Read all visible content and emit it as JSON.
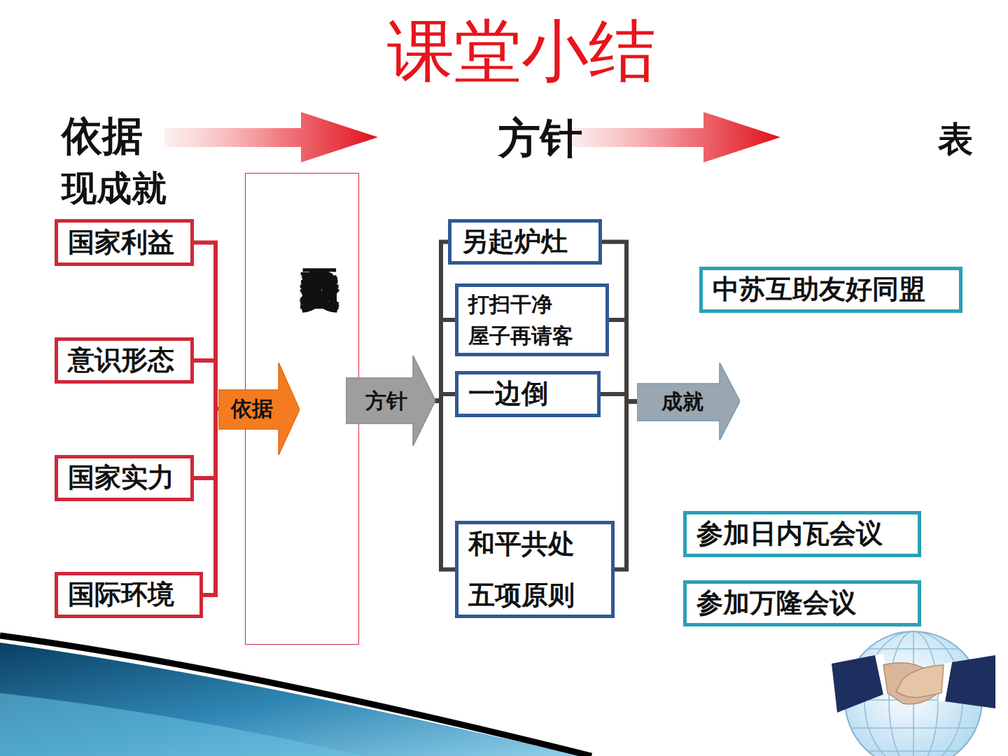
{
  "diagram": {
    "title": "课堂小结",
    "nodes": [
      {
        "text": [
          "国家利益"
        ]
      },
      {
        "text": [
          "意识形态"
        ]
      },
      {
        "text": [
          "国家实力"
        ]
      },
      {
        "text": [
          "国际环境"
        ]
      },
      {
        "text": [
          "依据"
        ]
      },
      {
        "text": [
          "独立自主的和平外交政"
        ]
      },
      {
        "text": [
          "方针"
        ]
      },
      {
        "text": [
          "另起炉灶"
        ]
      },
      {
        "text": [
          "打扫干净 屋子再请客"
        ]
      },
      {
        "text": [
          "一边倒"
        ]
      },
      {
        "text": [
          "和平共处 五项原则"
        ]
      },
      {
        "text": [
          "成就"
        ]
      },
      {
        "text": [
          "中苏互助友好同盟"
        ]
      },
      {
        "text": [
          "参加日内瓦会议"
        ]
      },
      {
        "text": [
          "参加万隆会议"
        ]
      }
    ],
    "edges": [
      {
        "from": 0,
        "to": 4,
        "arrow": "none"
      },
      {
        "from": 1,
        "to": 4,
        "arrow": "none"
      },
      {
        "from": 2,
        "to": 4,
        "arrow": "none"
      },
      {
        "from": 3,
        "to": 4,
        "arrow": "none"
      },
      {
        "from": 6,
        "to": 7,
        "arrow": "none"
      },
      {
        "from": 6,
        "to": 8,
        "arrow": "none"
      },
      {
        "from": 6,
        "to": 9,
        "arrow": "none"
      },
      {
        "from": 6,
        "to": 10,
        "arrow": "none"
      },
      {
        "from": 7,
        "to": 11,
        "arrow": "none"
      },
      {
        "from": 8,
        "to": 11,
        "arrow": "none"
      },
      {
        "from": 9,
        "to": 11,
        "arrow": "none"
      },
      {
        "from": 10,
        "to": 11,
        "arrow": "none"
      }
    ],
    "labels": [
      "依据",
      "现成就",
      "方针",
      "表"
    ]
  }
}
